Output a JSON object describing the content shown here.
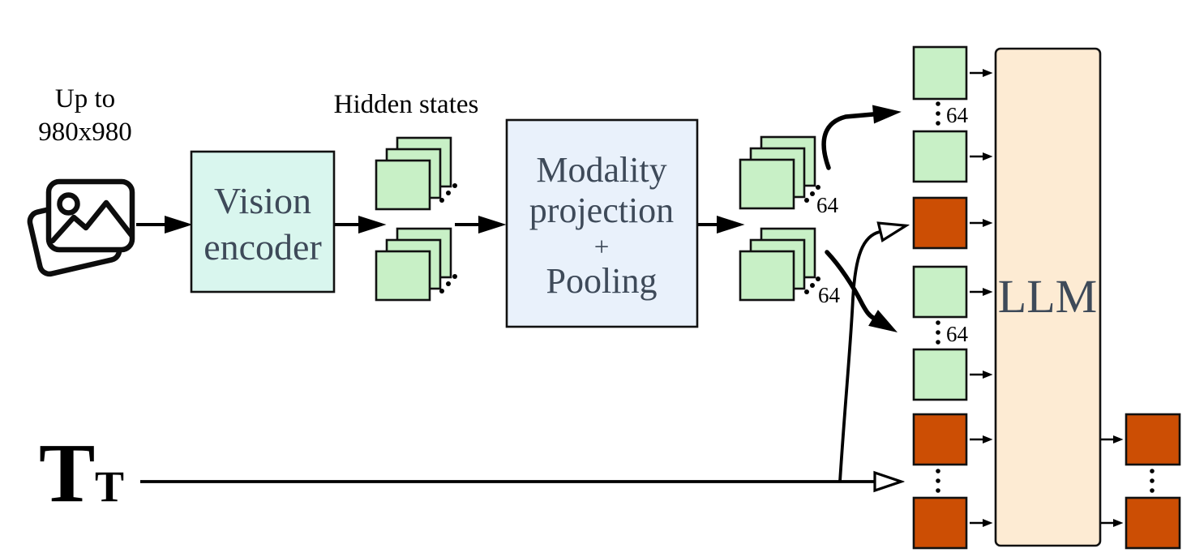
{
  "diagram": {
    "background": "#ffffff",
    "input": {
      "caption_line1": "Up to",
      "caption_line2": "980x980",
      "icon": "photos-icon"
    },
    "vision_encoder": {
      "label_line1": "Vision",
      "label_line2": "encoder",
      "fill": "#d9f6ee"
    },
    "hidden_states": {
      "label": "Hidden states",
      "stack_count": 2,
      "tile_fill": "#c8f0c6"
    },
    "modality_projection": {
      "label_line1": "Modality",
      "label_line2": "projection",
      "label_plus": "+",
      "label_line3": "Pooling",
      "fill": "#e9f1fb"
    },
    "pooled_tokens": {
      "count_label": "64"
    },
    "text_input": {
      "symbol": "T",
      "subscript": "T"
    },
    "token_sequence": {
      "count_label": "64",
      "image_token_fill": "#c8f0c6",
      "text_token_fill": "#cc4e04"
    },
    "llm": {
      "label": "LLM",
      "fill": "#fdebd3"
    },
    "colors": {
      "outline": "#111111",
      "block_text": "#3e4a59"
    }
  }
}
